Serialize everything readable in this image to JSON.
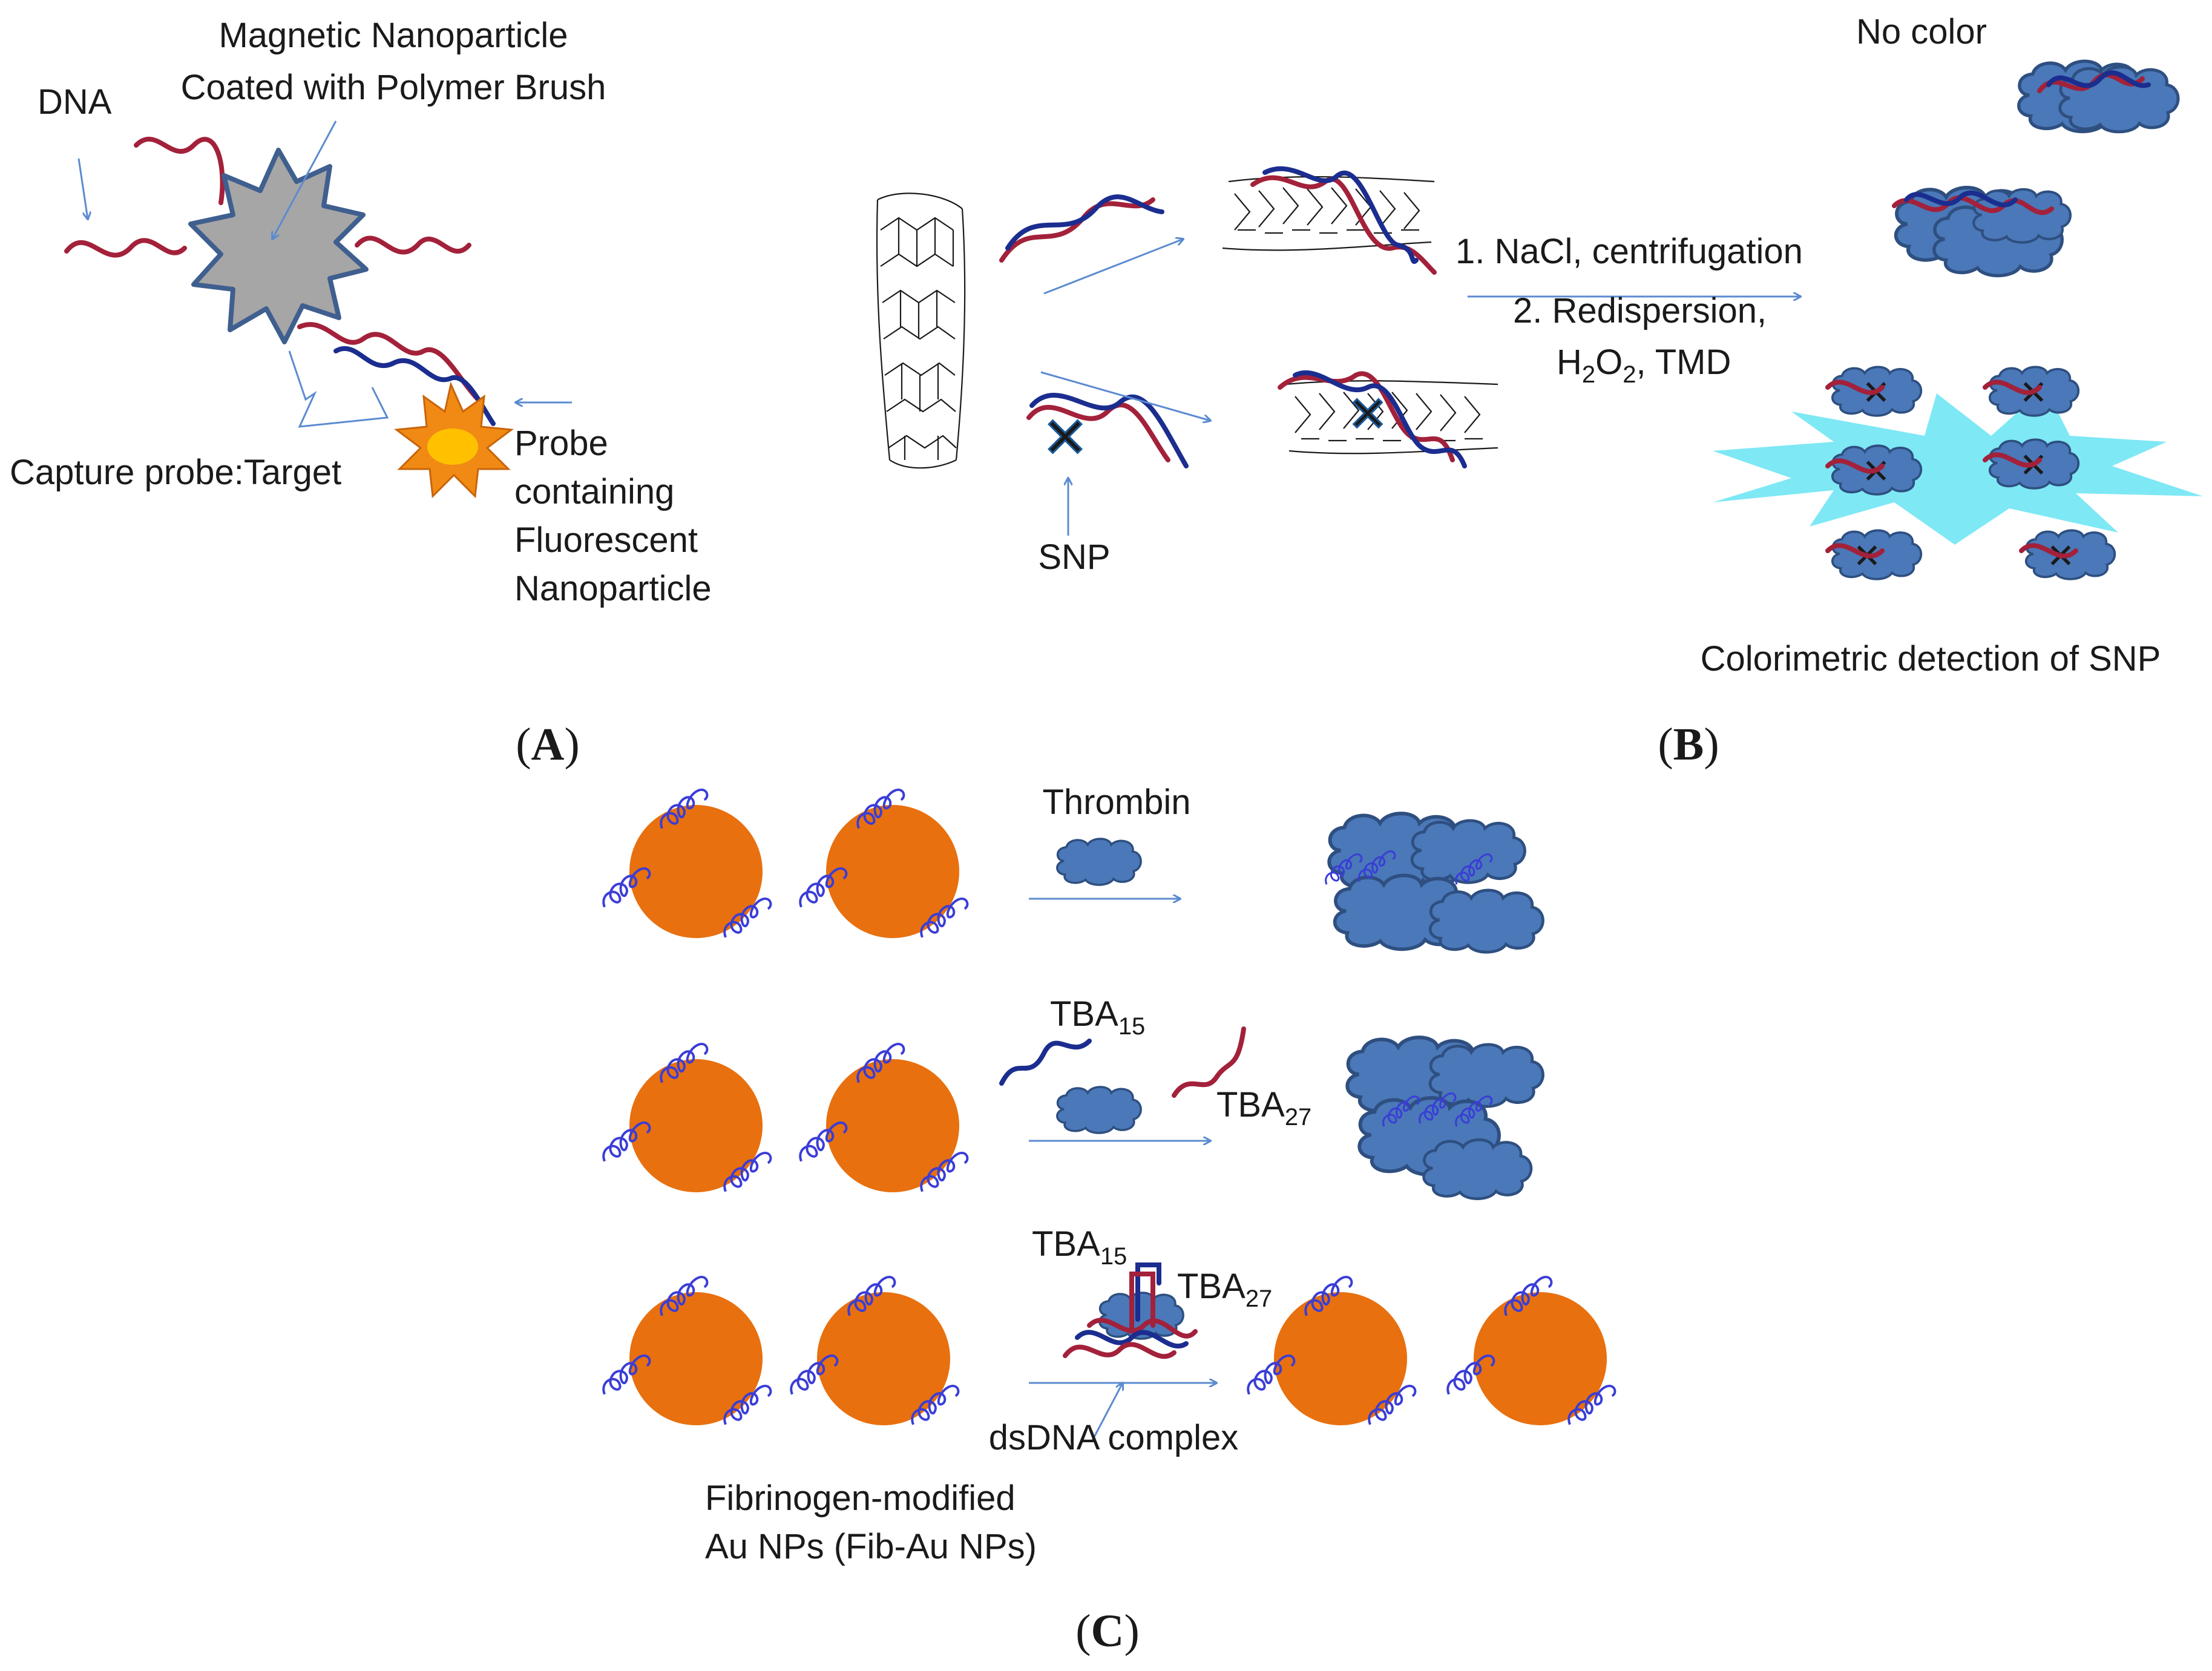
{
  "panel_a": {
    "label_dna": "DNA",
    "label_magnetic_line1": "Magnetic Nanoparticle",
    "label_magnetic_line2": "Coated with Polymer Brush",
    "label_capture": "Capture probe:Target",
    "label_probe_lines": [
      "Probe",
      "containing",
      "Fluorescent",
      "Nanoparticle"
    ],
    "panel_letter": "A"
  },
  "panel_b": {
    "label_no_color": "No color",
    "step1": "1. NaCl, centrifugation",
    "step2": "2. Redispersion,",
    "step3_h": "H",
    "step3_2a": "2",
    "step3_o": "O",
    "step3_2b": "2",
    "step3_rest": ", TMD",
    "label_snp": "SNP",
    "label_detection": "Colorimetric detection of SNP",
    "panel_letter": "B"
  },
  "panel_c": {
    "label_thrombin": "Thrombin",
    "tba15_base": "TBA",
    "tba15_sub": "15",
    "tba27_base": "TBA",
    "tba27_sub": "27",
    "label_dsdna": "dsDNA complex",
    "label_fib_line1": "Fibrinogen-modified",
    "label_fib_line2": "Au NPs (Fib-Au NPs)",
    "panel_letter": "C"
  },
  "colors": {
    "arrow": "#5b8bd0",
    "dna_red": "#a3213a",
    "dna_blue": "#1b2d8f",
    "particle_gray": "#a6a6a6",
    "particle_outline": "#3f5f8f",
    "au_orange": "#e8700f",
    "aggregate_blue": "#4a78b8",
    "glow_cyan": "#7ee8f5",
    "fluor_orange": "#f08a14",
    "fluor_yellow": "#ffc000"
  }
}
